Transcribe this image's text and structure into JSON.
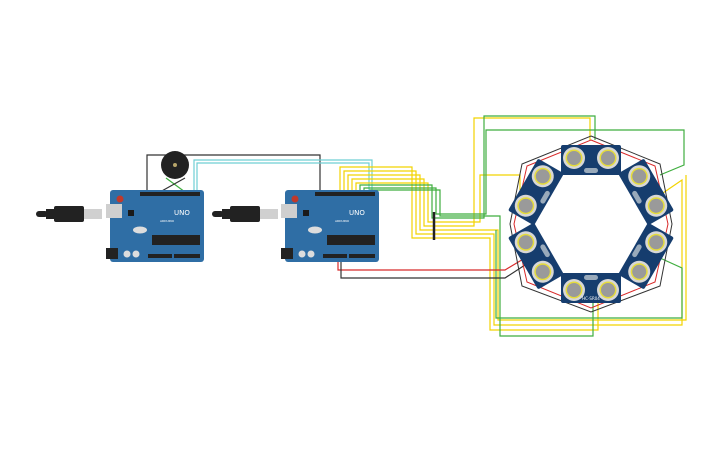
{
  "canvas": {
    "background": "#ffffff"
  },
  "components": {
    "arduino_1": {
      "logo_text": "UNO",
      "brand_text": "ARDUINO"
    },
    "arduino_2": {
      "logo_text": "UNO",
      "brand_text": "ARDUINO"
    },
    "sensor_label": "HC-SR04"
  },
  "colors": {
    "board": "#2f6ea5",
    "board_dark": "#1d4f7c",
    "sensor": "#163d6e",
    "wire_yellow": "#f2d300",
    "wire_green": "#3fae3f",
    "wire_red": "#d82a2a",
    "wire_black": "#333333",
    "wire_cyan": "#6fcfd4"
  }
}
